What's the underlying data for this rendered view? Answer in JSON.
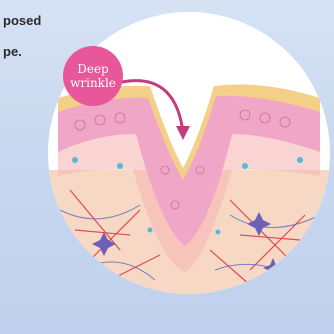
{
  "caption": {
    "line1": "posed",
    "line2": "pe."
  },
  "badge": {
    "line1": "Deep",
    "line2": "wrinkle"
  },
  "colors": {
    "background": "#c9d8f0",
    "circle": "#ffffff",
    "badge": "#e8579a",
    "arrow": "#c43a7e",
    "epidermis": "#f0a6c6",
    "stratum_corneum": "#f4cf88",
    "dermis": "#f7d8c4",
    "collagen": "#d9343e",
    "elastin": "#4f63b8",
    "fibroblast": "#6e5fb8",
    "accent_cyan": "#57b8d8"
  },
  "icons": [
    "skin-cross-section-illustration",
    "curved-arrow-icon"
  ]
}
